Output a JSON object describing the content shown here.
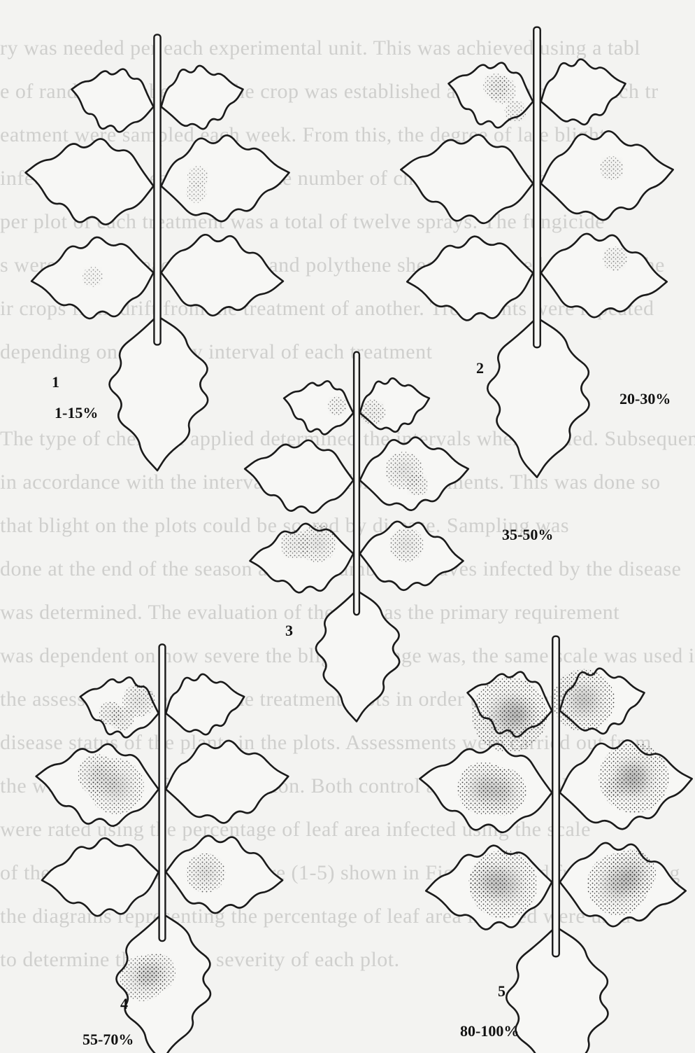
{
  "background_text": [
    "ry was needed per each experimental unit. This was achieved using a tabl",
    "e of random numbers and the crop was established and the leaves of each tr",
    "eatment were sampled each week. From this, the degree of late blight",
    "infection was assessed so that the number of chemical sprays applied",
    "per plot of each treatment was a total of twelve sprays. The fungicide",
    "s were made on each occasion and polythene sheets were used to protect the",
    "ir crops from drift from the treatment of another. Treatments were repeated",
    "depending on the spray interval of each treatment",
    "",
    "The type of chemical applied determined the intervals when applied. Subsequently",
    "in accordance with the interval applied for the treatments. This was done so",
    "that blight on the plots could be scored by disease. Sampling was",
    "done at the end of the season and the number of leaves infected by the disease",
    "was determined. The evaluation of the crop as the primary requirement",
    "was dependent on how severe the blight damage was, the same scale was used in",
    "the assessment of each of the treatment plots in order to estimate the",
    "disease status of the plants in the plots. Assessments were carried out from",
    "the week after the first application. Both control and treatment plots",
    "were rated using the percentage of leaf area infected using the scale",
    "of the international potato centre (1-5) shown in Fig. 1 adapted from Henfling",
    "the diagrams representing the percentage of leaf area infected were used",
    "to determine the disease severity of each plot.",
    ""
  ],
  "leaves": [
    {
      "number": "1",
      "severity": "1-15%",
      "infection": 0.08
    },
    {
      "number": "2",
      "severity": "20-30%",
      "infection": 0.25
    },
    {
      "number": "3",
      "severity": "35-50%",
      "infection": 0.42
    },
    {
      "number": "4",
      "severity": "55-70%",
      "infection": 0.62
    },
    {
      "number": "5",
      "severity": "80-100%",
      "infection": 0.9
    }
  ],
  "colors": {
    "ink": "#1a1a1a",
    "paper": "#f3f3f1",
    "bleed": "#cfcfcd"
  }
}
